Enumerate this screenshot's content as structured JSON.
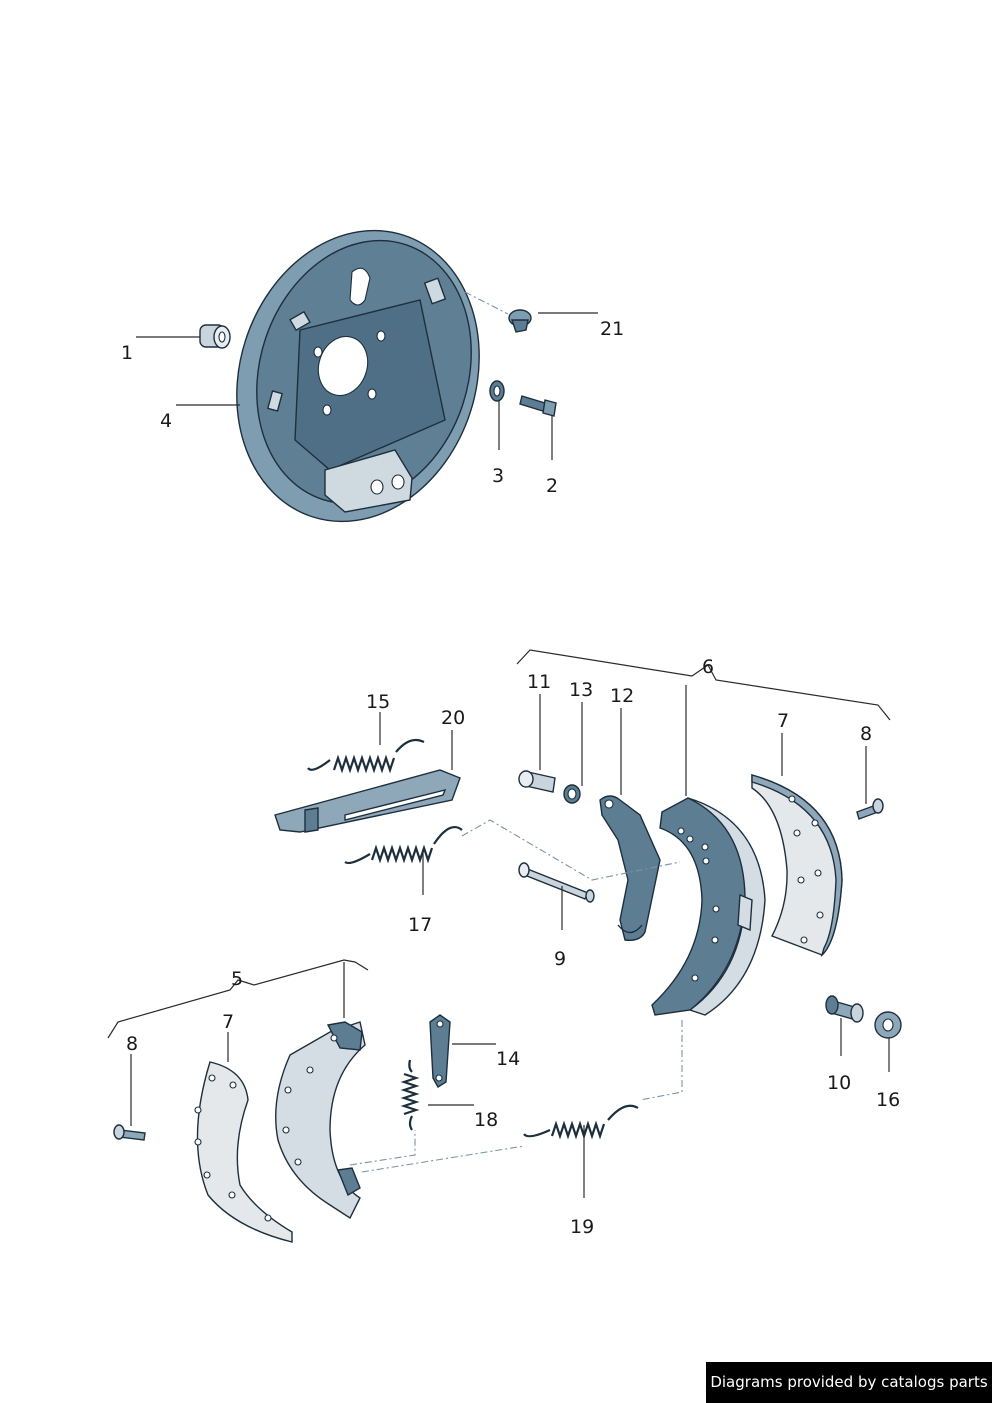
{
  "callouts": {
    "c1": "1",
    "c2": "2",
    "c3": "3",
    "c4": "4",
    "c5": "5",
    "c6": "6",
    "c7a": "7",
    "c7b": "7",
    "c8a": "8",
    "c8b": "8",
    "c9": "9",
    "c10": "10",
    "c11": "11",
    "c12": "12",
    "c13": "13",
    "c14": "14",
    "c15": "15",
    "c16": "16",
    "c17": "17",
    "c18": "18",
    "c19": "19",
    "c20": "20",
    "c21": "21"
  },
  "footer": {
    "credit": "Diagrams provided by catalogs parts"
  },
  "colors": {
    "part_dark": "#5d7d93",
    "part_light": "#d7e0e7",
    "outline": "#1d2f3d",
    "background": "#ffffff",
    "footer_bg": "#000000"
  }
}
